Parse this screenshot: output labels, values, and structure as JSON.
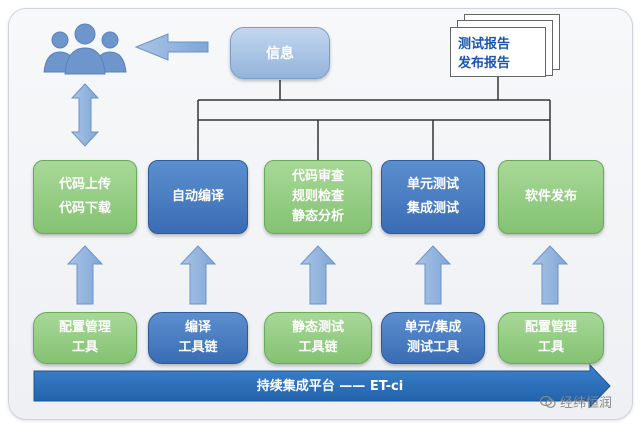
{
  "info": {
    "label": "信息"
  },
  "report": {
    "line1": "测试报告",
    "line2": "发布报告"
  },
  "stages": [
    {
      "line1": "代码上传",
      "line2": "代码下载",
      "line3": ""
    },
    {
      "line1": "自动编译",
      "line2": "",
      "line3": ""
    },
    {
      "line1": "代码审查",
      "line2": "规则检查",
      "line3": "静态分析"
    },
    {
      "line1": "单元测试",
      "line2": "集成测试",
      "line3": ""
    },
    {
      "line1": "软件发布",
      "line2": "",
      "line3": ""
    }
  ],
  "tools": [
    {
      "line1": "配置管理",
      "line2": "工具"
    },
    {
      "line1": "编译",
      "line2": "工具链"
    },
    {
      "line1": "静态测试",
      "line2": "工具链"
    },
    {
      "line1": "单元/集成",
      "line2": "测试工具"
    },
    {
      "line1": "配置管理",
      "line2": "工具"
    }
  ],
  "platform": {
    "label": "持续集成平台 —— ET-ci"
  },
  "watermark": {
    "label": "经纬恒润"
  },
  "icons": {
    "users": "users-icon",
    "watermark": "wechat-icon"
  },
  "colors": {
    "green": "#8cc97a",
    "blue": "#3f72b8",
    "arrow_blue": "#8fb2de",
    "platform": "#2a6fb7"
  }
}
